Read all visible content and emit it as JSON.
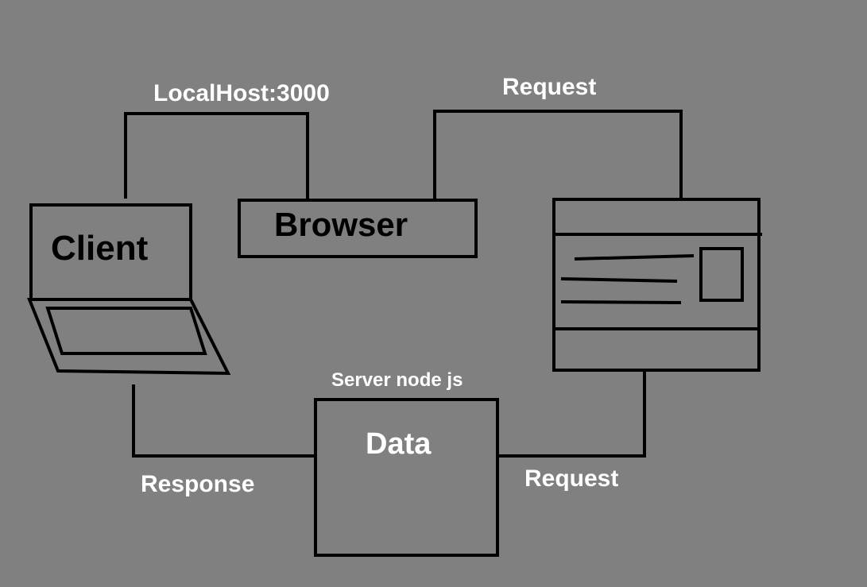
{
  "colors": {
    "background": "#808080",
    "stroke": "#000000",
    "light_text": "#ffffff",
    "dark_text": "#000000"
  },
  "icons": {
    "client_device": "laptop-icon",
    "web_page": "webpage-icon"
  },
  "nodes": {
    "client": {
      "label": "Client"
    },
    "browser": {
      "label": "Browser"
    },
    "server": {
      "caption": "Server node js",
      "label": "Data"
    }
  },
  "edges": {
    "client_to_browser": {
      "label": "LocalHost:3000"
    },
    "browser_to_page": {
      "label": "Request"
    },
    "page_to_server": {
      "label": "Request"
    },
    "server_to_client": {
      "label": "Response"
    }
  }
}
